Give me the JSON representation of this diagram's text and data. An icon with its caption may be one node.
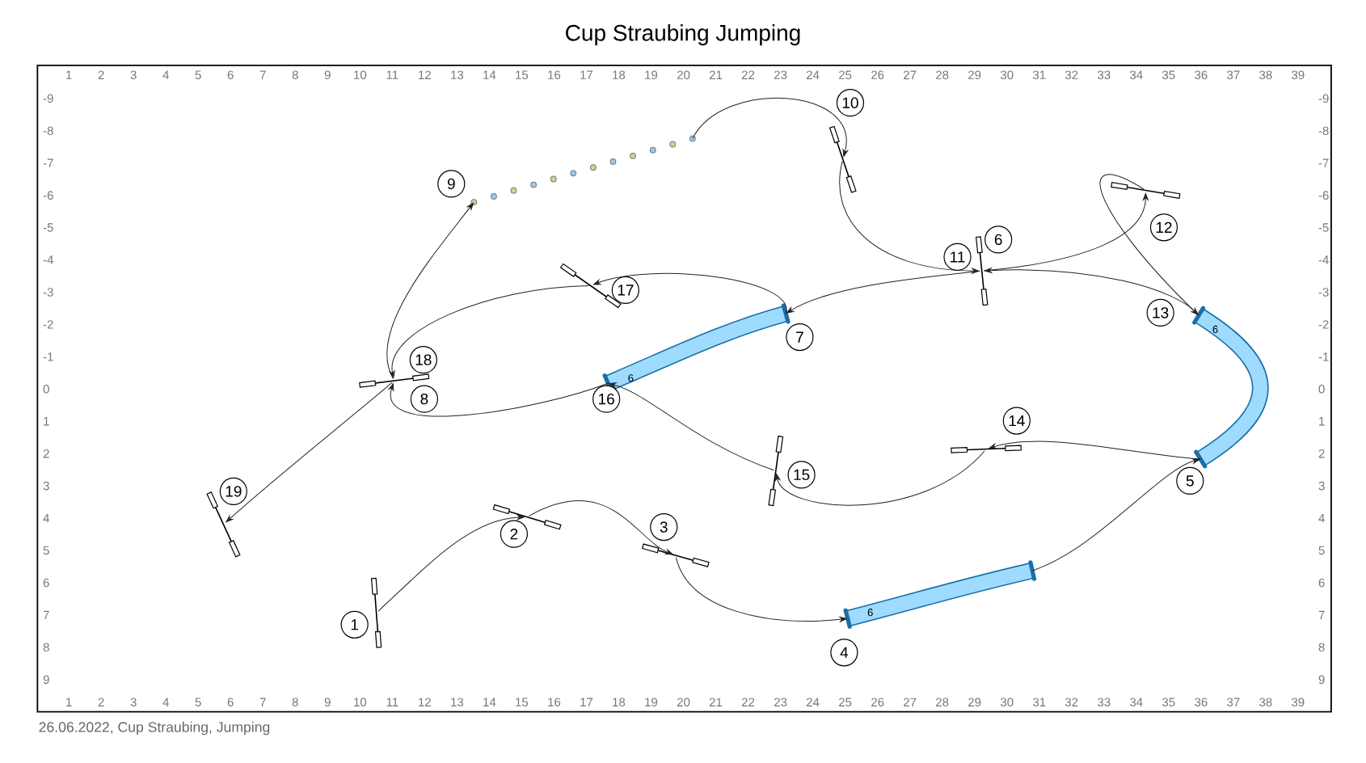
{
  "diagram": {
    "title": "Cup Straubing Jumping",
    "nodes": [
      {
        "text": [
          "1"
        ]
      },
      {
        "text": [
          "2"
        ]
      },
      {
        "text": [
          "3"
        ]
      },
      {
        "text": [
          "4"
        ]
      },
      {
        "text": [
          "5"
        ]
      },
      {
        "text": [
          "6"
        ]
      },
      {
        "text": [
          "7"
        ]
      },
      {
        "text": [
          "8"
        ]
      },
      {
        "text": [
          "9"
        ]
      },
      {
        "text": [
          "10"
        ]
      },
      {
        "text": [
          "11"
        ]
      },
      {
        "text": [
          "12"
        ]
      },
      {
        "text": [
          "13"
        ]
      },
      {
        "text": [
          "14"
        ]
      },
      {
        "text": [
          "15"
        ]
      },
      {
        "text": [
          "16"
        ]
      },
      {
        "text": [
          "17"
        ]
      },
      {
        "text": [
          "18"
        ]
      },
      {
        "text": [
          "19"
        ]
      },
      {
        "text": [],
        "shape": "bar"
      },
      {
        "text": [],
        "shape": "bar"
      },
      {
        "text": [],
        "shape": "bar"
      },
      {
        "text": [
          "6"
        ]
      },
      {
        "text": [
          "6"
        ]
      },
      {
        "text": [],
        "shape": "bar"
      },
      {
        "text": [
          "6"
        ]
      },
      {
        "text": [],
        "shape": "bar"
      },
      {
        "text": [],
        "shape": "dots"
      },
      {
        "text": [],
        "shape": "bar"
      },
      {
        "text": [],
        "shape": "bar"
      },
      {
        "text": [],
        "shape": "bar"
      },
      {
        "text": [],
        "shape": "bar"
      },
      {
        "text": [],
        "shape": "bar"
      },
      {
        "text": [],
        "shape": "bar"
      }
    ],
    "edges": [
      {
        "from": 19,
        "to": 20,
        "arrow": "to"
      },
      {
        "from": 20,
        "to": 21,
        "arrow": "to"
      },
      {
        "from": 21,
        "to": 22,
        "arrow": "to"
      },
      {
        "from": 22,
        "to": 23,
        "arrow": "to"
      },
      {
        "from": 23,
        "to": 24,
        "arrow": "to"
      },
      {
        "from": 24,
        "to": 25,
        "arrow": "to"
      },
      {
        "from": 25,
        "to": 26,
        "arrow": "to"
      },
      {
        "from": 26,
        "to": 27,
        "arrow": "to"
      },
      {
        "from": 27,
        "to": 28,
        "arrow": "to"
      },
      {
        "from": 28,
        "to": 24,
        "arrow": "to"
      },
      {
        "from": 24,
        "to": 29,
        "arrow": "to"
      },
      {
        "from": 29,
        "to": 23,
        "arrow": "to"
      },
      {
        "from": 23,
        "to": 30,
        "arrow": "to"
      },
      {
        "from": 30,
        "to": 31,
        "arrow": "to"
      },
      {
        "from": 31,
        "to": 25,
        "arrow": "to"
      },
      {
        "from": 25,
        "to": 32,
        "arrow": "to"
      },
      {
        "from": 32,
        "to": 26,
        "arrow": "to"
      },
      {
        "from": 26,
        "to": 33,
        "arrow": "to"
      }
    ],
    "labels": [
      "1",
      "2",
      "3",
      "4",
      "5",
      "6",
      "7",
      "8",
      "9",
      "10",
      "11",
      "12",
      "13",
      "14",
      "15",
      "16",
      "17",
      "18",
      "19",
      "20",
      "21",
      "22",
      "23",
      "24",
      "25",
      "26",
      "27",
      "28",
      "29",
      "30",
      "31",
      "32",
      "33",
      "34",
      "35",
      "36",
      "37",
      "38",
      "39",
      "-9",
      "-8",
      "-7",
      "-6",
      "-5",
      "-4",
      "-3",
      "-2",
      "-1",
      "0",
      "1",
      "2",
      "3",
      "4",
      "5",
      "6",
      "7",
      "8",
      "9",
      "-9",
      "-8",
      "-7",
      "-6",
      "-5",
      "-4",
      "-3",
      "-2",
      "-1",
      "0",
      "1",
      "2",
      "3",
      "4",
      "5",
      "6",
      "7",
      "8",
      "9",
      "1",
      "2",
      "3",
      "4",
      "5",
      "6",
      "7",
      "8",
      "9",
      "10",
      "11",
      "12",
      "13",
      "14",
      "15",
      "16",
      "17",
      "18",
      "19",
      "20",
      "21",
      "22",
      "23",
      "24",
      "25",
      "26",
      "27",
      "28",
      "29",
      "30",
      "31",
      "32",
      "33",
      "34",
      "35",
      "36",
      "37",
      "38",
      "39",
      "26.06.2022, Cup Straubing, Jumping"
    ]
  }
}
